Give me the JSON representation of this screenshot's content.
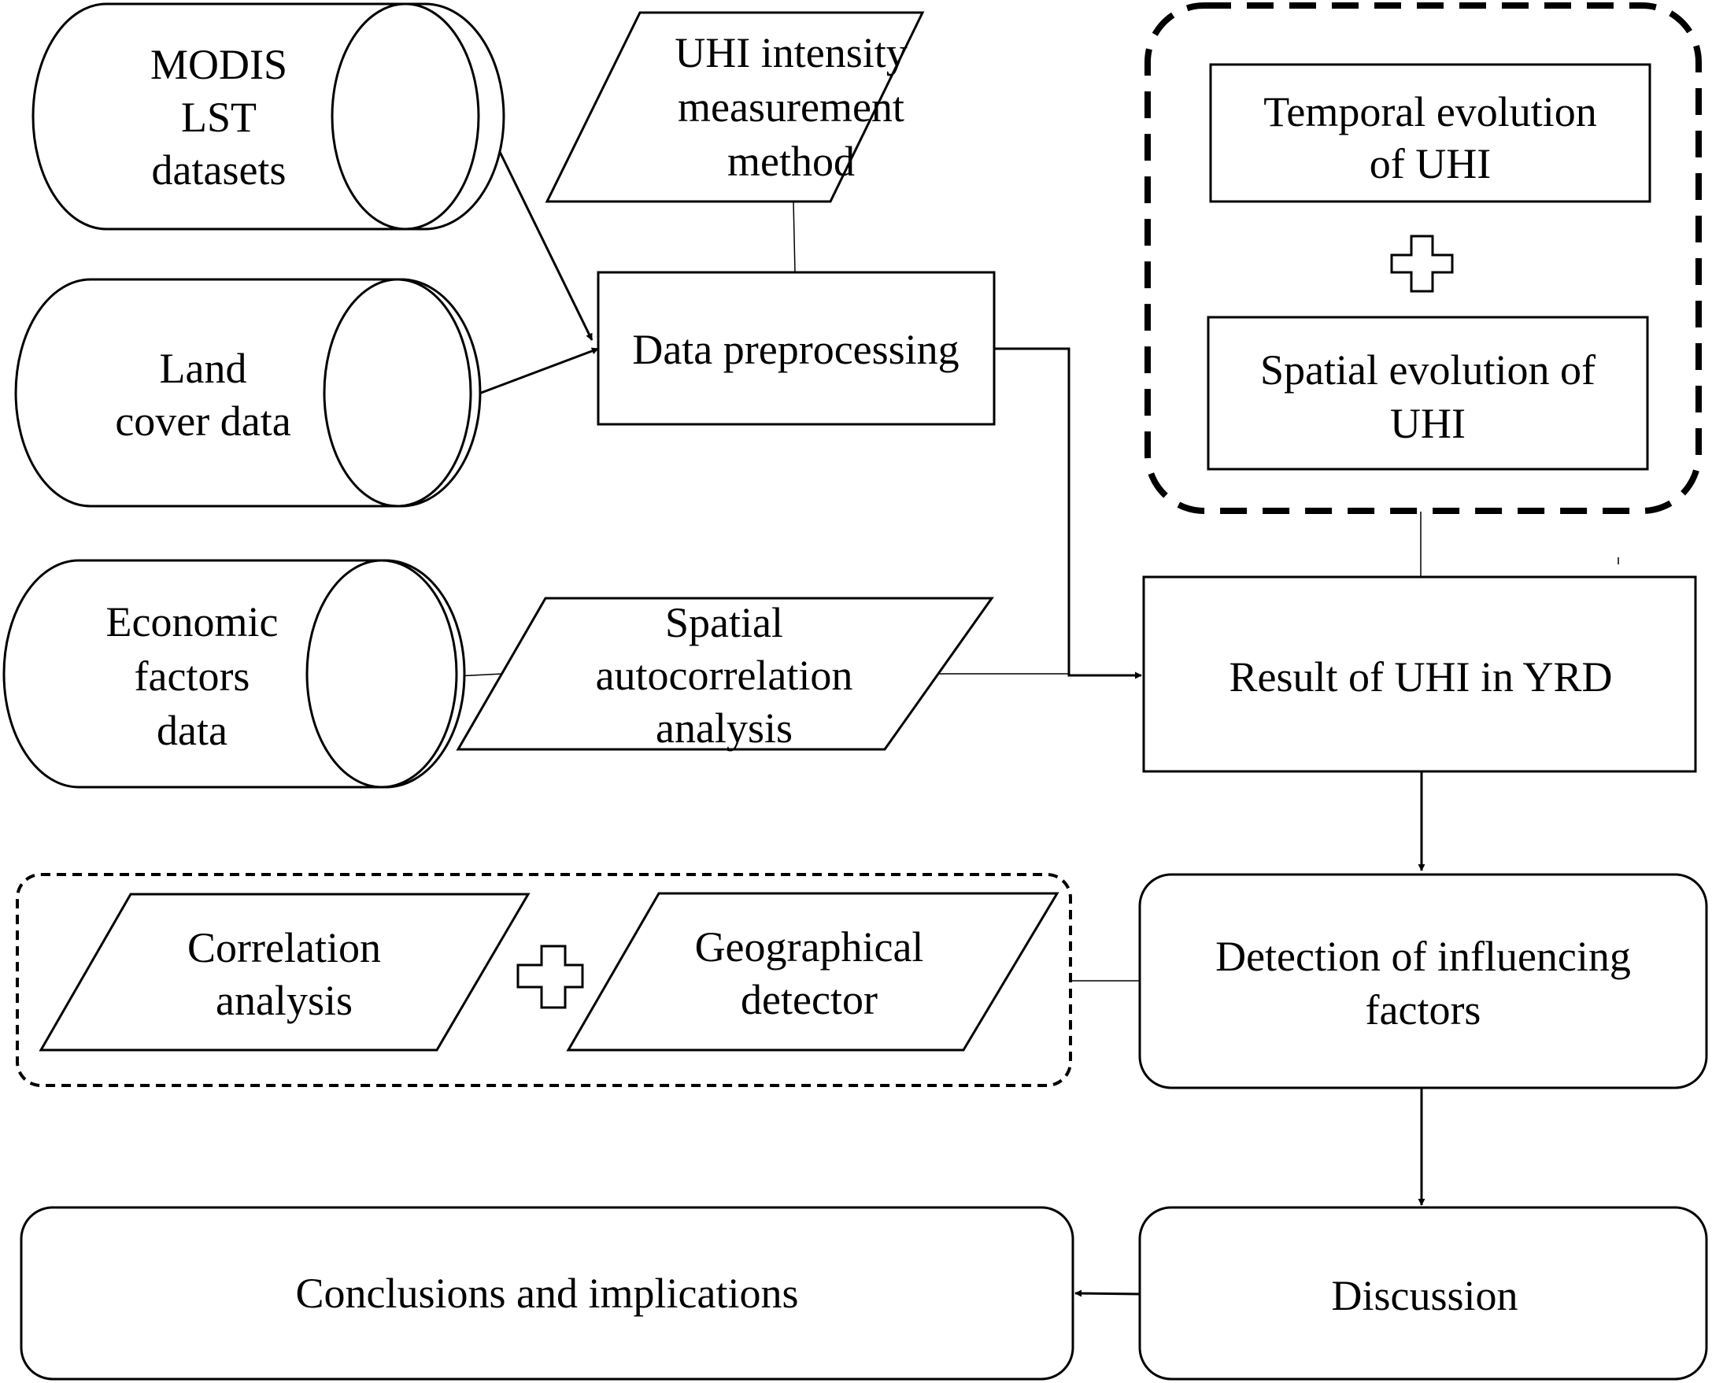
{
  "nodes": {
    "modis": {
      "lines": [
        "MODIS",
        "LST",
        "datasets"
      ]
    },
    "land_cover": {
      "lines": [
        "Land",
        "cover data"
      ]
    },
    "economic": {
      "lines": [
        "Economic",
        "factors",
        "data"
      ]
    },
    "uhi_method": {
      "lines": [
        "UHI intensity",
        "measurement",
        "method"
      ]
    },
    "data_preprocessing": {
      "lines": [
        "Data preprocessing"
      ]
    },
    "spatial_autocorrelation": {
      "lines": [
        "Spatial",
        "autocorrelation",
        "analysis"
      ]
    },
    "temporal_evolution": {
      "lines": [
        "Temporal evolution",
        "of UHI"
      ]
    },
    "spatial_evolution": {
      "lines": [
        "Spatial evolution of",
        "UHI"
      ]
    },
    "result_uhi": {
      "lines": [
        "Result of UHI in YRD"
      ]
    },
    "detection": {
      "lines": [
        "Detection of influencing",
        "factors"
      ]
    },
    "correlation": {
      "lines": [
        "Correlation",
        "analysis"
      ]
    },
    "geo_detector": {
      "lines": [
        "Geographical",
        "detector"
      ]
    },
    "discussion": {
      "lines": [
        "Discussion"
      ]
    },
    "conclusions": {
      "lines": [
        "Conclusions and implications"
      ]
    }
  }
}
